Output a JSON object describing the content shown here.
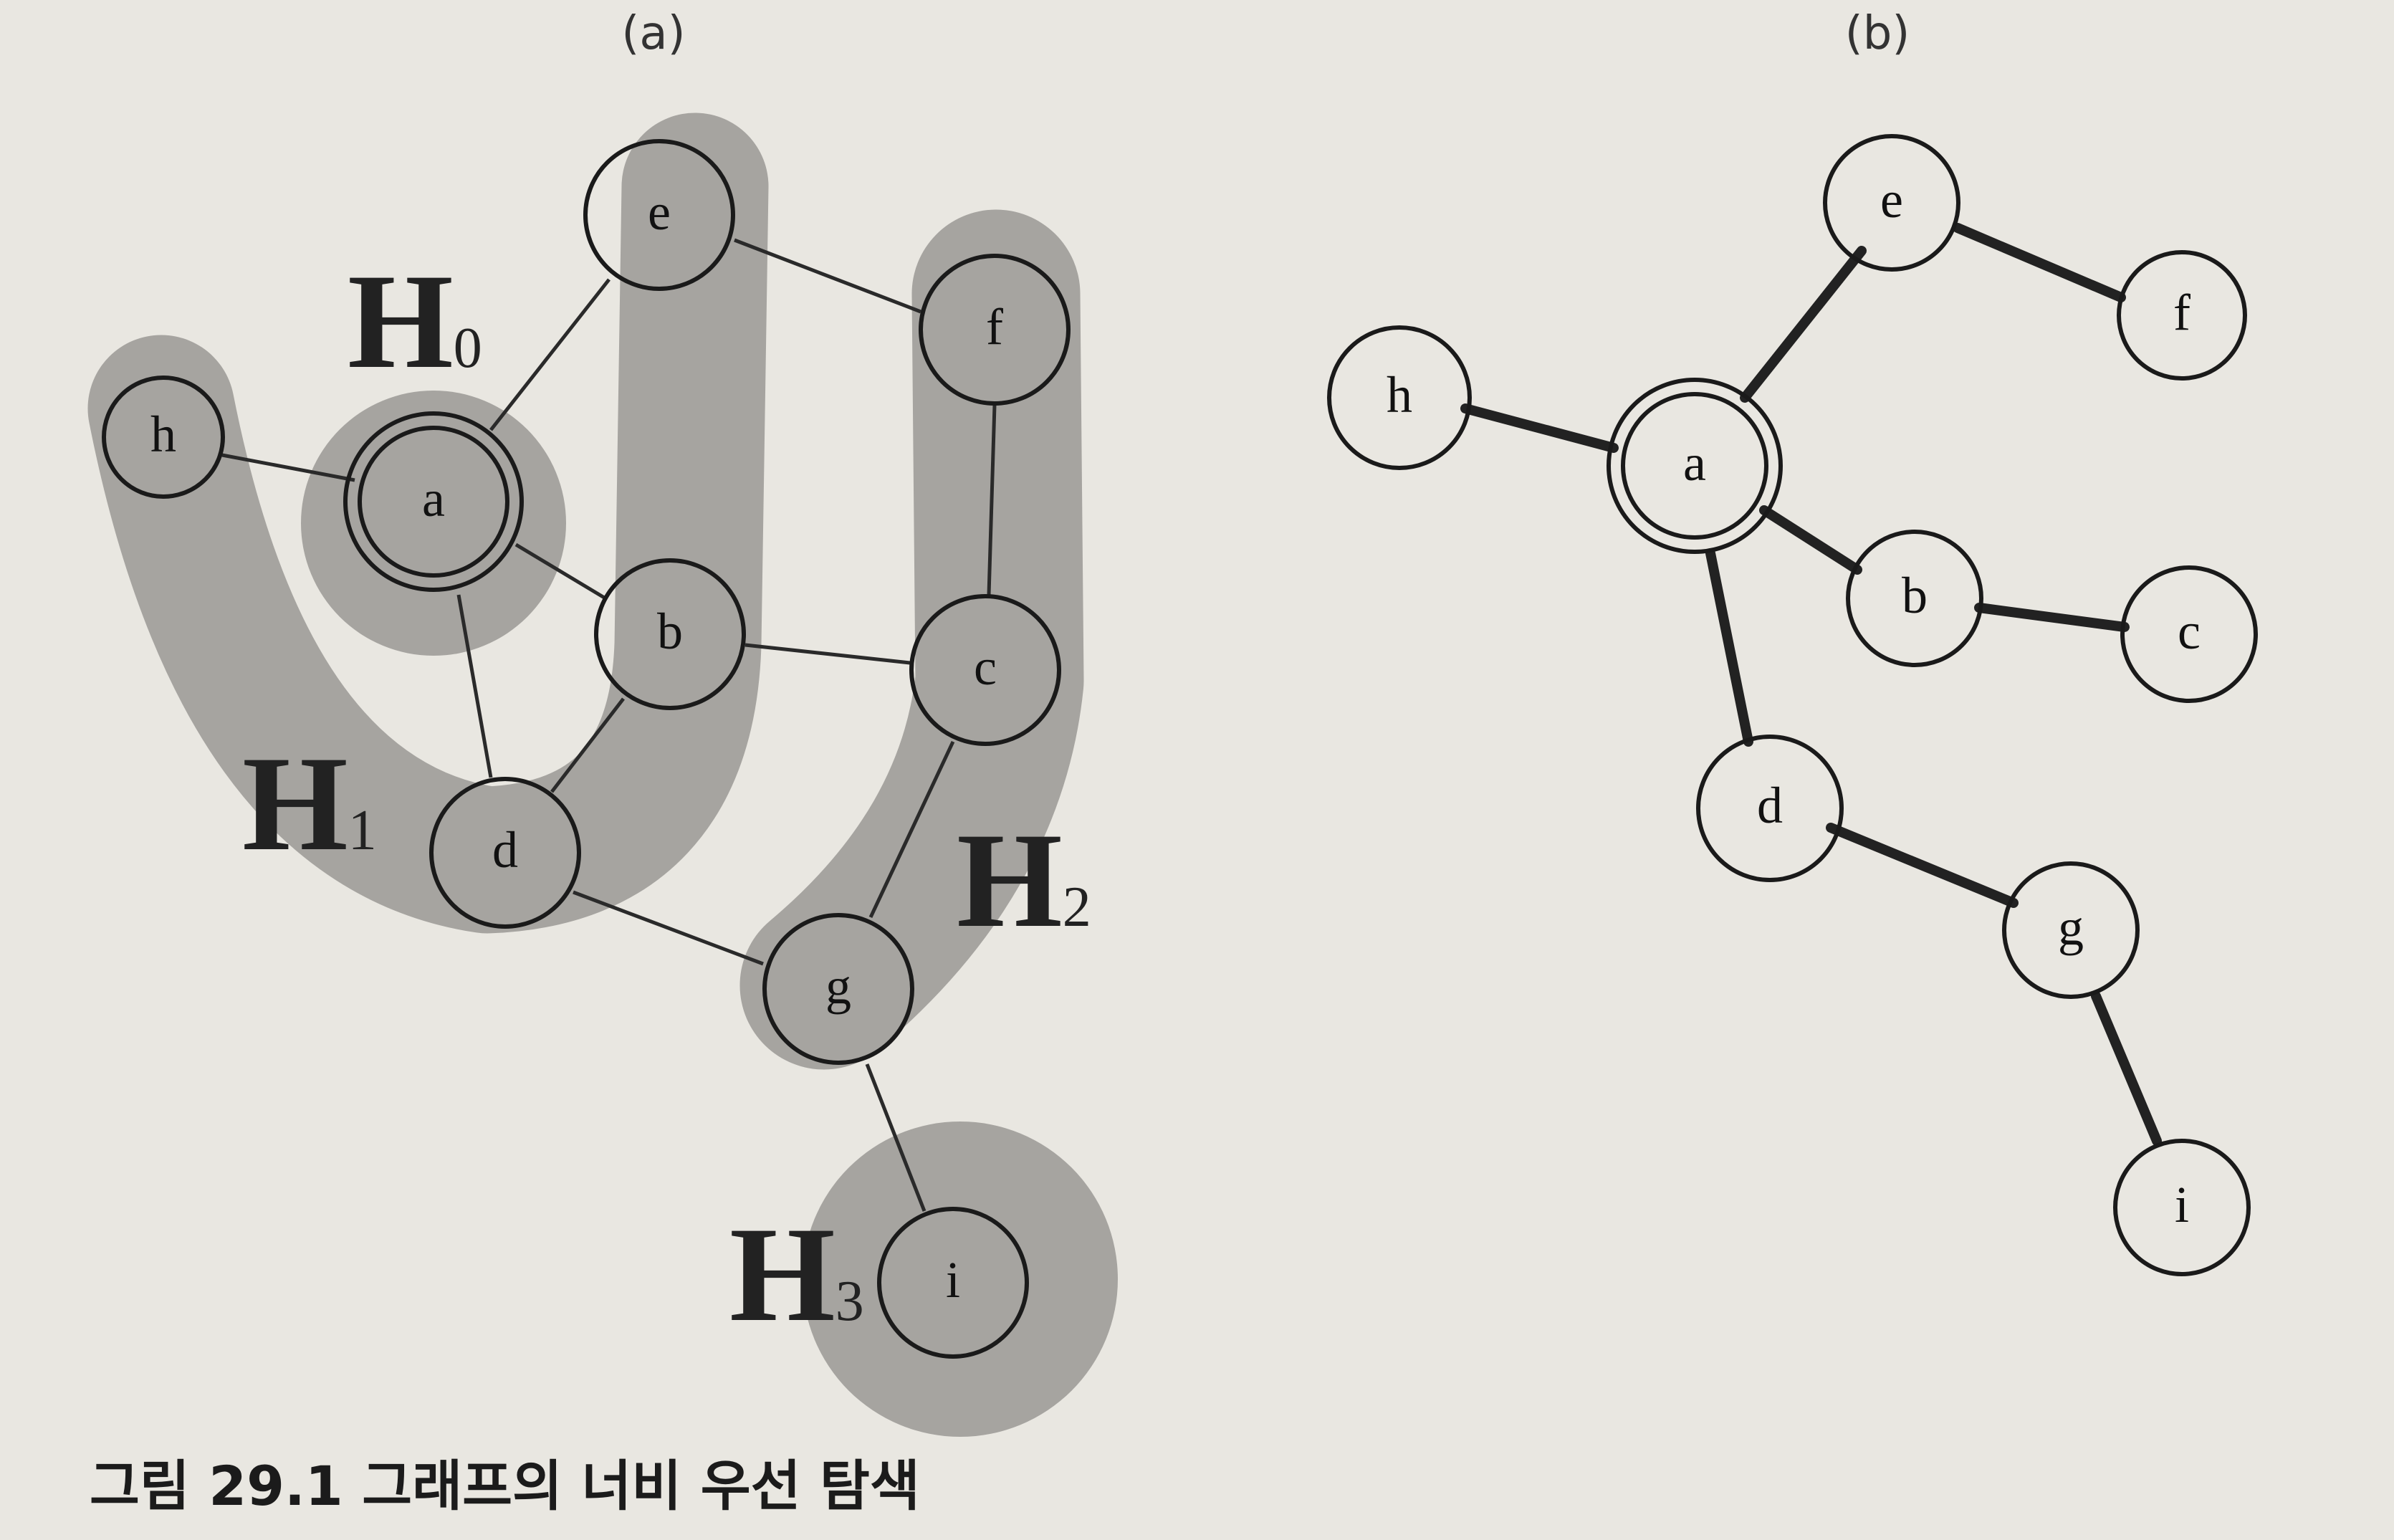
{
  "panels": [
    {
      "label": "(a)"
    },
    {
      "label": "(b)"
    }
  ],
  "nodes": [
    "a",
    "b",
    "c",
    "d",
    "e",
    "f",
    "g",
    "h",
    "i"
  ],
  "start_node": "a",
  "graph_a_edges": [
    [
      "a",
      "h"
    ],
    [
      "a",
      "e"
    ],
    [
      "a",
      "b"
    ],
    [
      "a",
      "d"
    ],
    [
      "b",
      "d"
    ],
    [
      "b",
      "c"
    ],
    [
      "e",
      "f"
    ],
    [
      "f",
      "c"
    ],
    [
      "c",
      "g"
    ],
    [
      "d",
      "g"
    ],
    [
      "g",
      "i"
    ]
  ],
  "graph_b_edges": [
    [
      "a",
      "h"
    ],
    [
      "a",
      "e"
    ],
    [
      "e",
      "f"
    ],
    [
      "a",
      "b"
    ],
    [
      "b",
      "c"
    ],
    [
      "a",
      "d"
    ],
    [
      "d",
      "g"
    ],
    [
      "g",
      "i"
    ]
  ],
  "levels": [
    {
      "letter": "H",
      "sub": "0",
      "members": [
        "a"
      ]
    },
    {
      "letter": "H",
      "sub": "1",
      "members": [
        "h",
        "e",
        "b",
        "d"
      ]
    },
    {
      "letter": "H",
      "sub": "2",
      "members": [
        "f",
        "c",
        "g"
      ]
    },
    {
      "letter": "H",
      "sub": "3",
      "members": [
        "i"
      ]
    }
  ],
  "caption": "그림 29.1 그래프의 너비 우선 탐색"
}
